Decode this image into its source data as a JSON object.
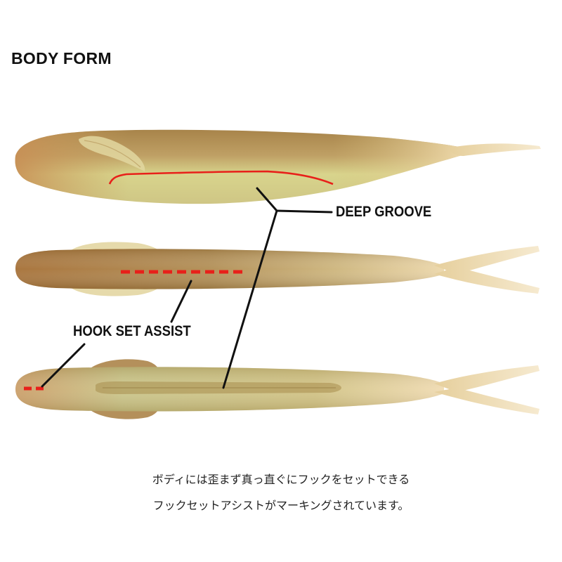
{
  "title": "BODY FORM",
  "labels": {
    "deep_groove": "DEEP GROOVE",
    "hook_set_assist": "HOOK SET ASSIST"
  },
  "caption": {
    "line1": "ボディには歪まず真っ直ぐにフックをセットできる",
    "line2": "フックセットアシストがマーキングされています。"
  },
  "colors": {
    "lure_body_dark": "#b08a4e",
    "lure_body_light": "#d8d28a",
    "lure_tail": "#f2dfb8",
    "marker_red": "#e8201a",
    "leader_line": "#111111"
  }
}
